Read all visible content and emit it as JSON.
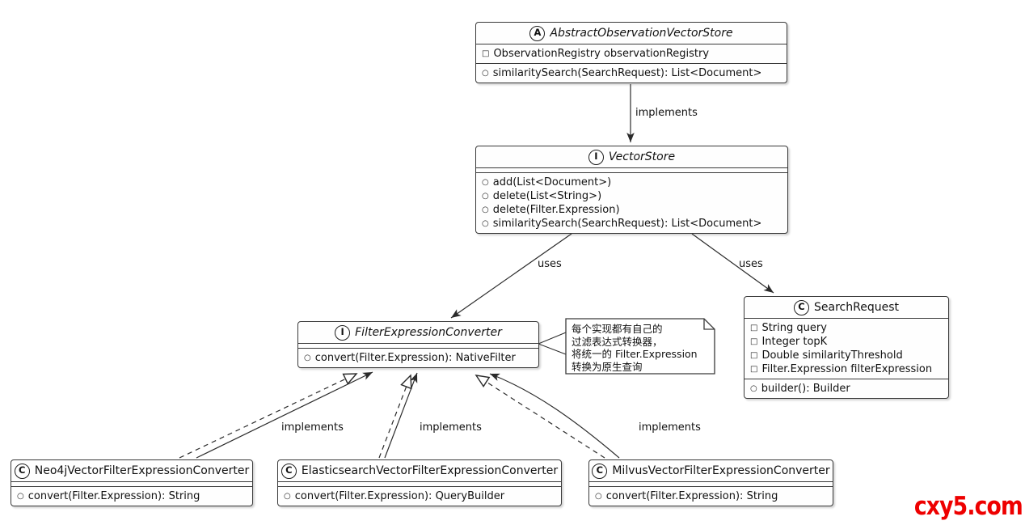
{
  "icons": {
    "field": "□",
    "method": "○"
  },
  "classes": {
    "abstract_store": {
      "badge": "A",
      "name": "AbstractObservationVectorStore",
      "fields": [
        "ObservationRegistry observationRegistry"
      ],
      "methods": [
        "similaritySearch(SearchRequest): List<Document>"
      ]
    },
    "vector_store": {
      "badge": "I",
      "name": "VectorStore",
      "methods": [
        "add(List<Document>)",
        "delete(List<String>)",
        "delete(Filter.Expression)",
        "similaritySearch(SearchRequest): List<Document>"
      ]
    },
    "filter_converter": {
      "badge": "I",
      "name": "FilterExpressionConverter",
      "methods": [
        "convert(Filter.Expression): NativeFilter"
      ]
    },
    "search_request": {
      "badge": "C",
      "name": "SearchRequest",
      "fields": [
        "String query",
        "Integer topK",
        "Double similarityThreshold",
        "Filter.Expression filterExpression"
      ],
      "methods": [
        "builder(): Builder"
      ]
    },
    "neo4j": {
      "badge": "C",
      "name": "Neo4jVectorFilterExpressionConverter",
      "methods": [
        "convert(Filter.Expression): String"
      ]
    },
    "elasticsearch": {
      "badge": "C",
      "name": "ElasticsearchVectorFilterExpressionConverter",
      "methods": [
        "convert(Filter.Expression): QueryBuilder"
      ]
    },
    "milvus": {
      "badge": "C",
      "name": "MilvusVectorFilterExpressionConverter",
      "methods": [
        "convert(Filter.Expression): String"
      ]
    }
  },
  "edges": {
    "implements_top": "implements",
    "uses_left": "uses",
    "uses_right": "uses",
    "implements_neo4j": "implements",
    "implements_elasticsearch": "implements",
    "implements_milvus": "implements"
  },
  "note": {
    "lines": [
      "每个实现都有自己的",
      "过滤表达式转换器，",
      "将统一的 Filter.Expression",
      "转换为原生查询"
    ]
  },
  "watermark": {
    "text": "cxy5.com",
    "color": "#ee0000"
  }
}
